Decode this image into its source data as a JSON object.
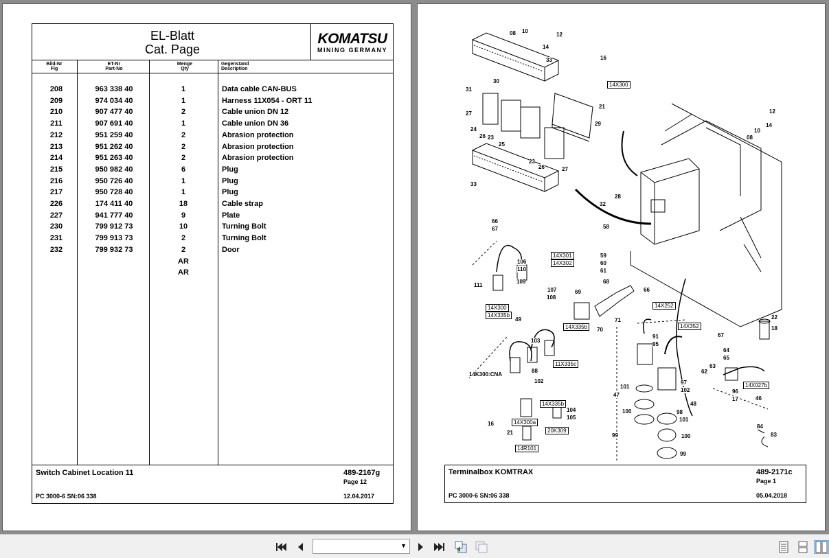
{
  "left_page": {
    "title_line1": "EL-Blatt",
    "title_line2": "Cat. Page",
    "logo_main": "KOMATSU",
    "logo_sub": "MINING GERMANY",
    "columns": [
      {
        "line1": "Bild-Nr",
        "line2": "Fig"
      },
      {
        "line1": "ET-Nr",
        "line2": "Part-No"
      },
      {
        "line1": "Menge",
        "line2": "Qty"
      },
      {
        "line1": "Gegenstand",
        "line2": "Description"
      }
    ],
    "rows": [
      {
        "fig": "208",
        "part": "963 338 40",
        "qty": "1",
        "desc": "Data cable CAN-BUS"
      },
      {
        "fig": "209",
        "part": "974 034 40",
        "qty": "1",
        "desc": "Harness 11X054 - ORT 11"
      },
      {
        "fig": "210",
        "part": "907 477 40",
        "qty": "2",
        "desc": "Cable union DN 12"
      },
      {
        "fig": "211",
        "part": "907 691 40",
        "qty": "1",
        "desc": "Cable union DN 36"
      },
      {
        "fig": "212",
        "part": "951 259 40",
        "qty": "2",
        "desc": "Abrasion protection"
      },
      {
        "fig": "213",
        "part": "951 262 40",
        "qty": "2",
        "desc": "Abrasion protection"
      },
      {
        "fig": "214",
        "part": "951 263 40",
        "qty": "2",
        "desc": "Abrasion protection"
      },
      {
        "fig": "215",
        "part": "950 982 40",
        "qty": "6",
        "desc": "Plug"
      },
      {
        "fig": "216",
        "part": "950 726 40",
        "qty": "1",
        "desc": "Plug"
      },
      {
        "fig": "217",
        "part": "950 728 40",
        "qty": "1",
        "desc": "Plug"
      },
      {
        "fig": "226",
        "part": "174 411 40",
        "qty": "18",
        "desc": "Cable strap"
      },
      {
        "fig": "227",
        "part": "941 777 40",
        "qty": "9",
        "desc": "Plate"
      },
      {
        "fig": "230",
        "part": "799 912 73",
        "qty": "10",
        "desc": "Turning Bolt"
      },
      {
        "fig": "231",
        "part": "799 913 73",
        "qty": "2",
        "desc": "Turning Bolt"
      },
      {
        "fig": "232",
        "part": "799 932 73",
        "qty": "2",
        "desc": "Door"
      },
      {
        "fig": "",
        "part": "",
        "qty": "AR",
        "desc": ""
      },
      {
        "fig": "",
        "part": "",
        "qty": "AR",
        "desc": ""
      }
    ],
    "footer": {
      "title": "Switch Cabinet Location 11",
      "doc_no": "489-2167g",
      "page": "Page 12",
      "model": "PC 3000-6 SN:06 338",
      "date": "12.04.2017"
    }
  },
  "right_page": {
    "callouts": [
      "08",
      "10",
      "14",
      "12",
      "33",
      "16",
      "14X300",
      "31",
      "30",
      "21",
      "27",
      "29",
      "24",
      "26",
      "23",
      "25",
      "23",
      "26",
      "27",
      "33",
      "32",
      "28",
      "12",
      "14",
      "10",
      "08",
      "66",
      "67",
      "58",
      "59",
      "60",
      "61",
      "106",
      "110",
      "109",
      "107",
      "108",
      "14X301",
      "14X302",
      "111",
      "14X300",
      "14X335b",
      "68",
      "69",
      "14X335b",
      "70",
      "71",
      "66",
      "14X252",
      "14X352",
      "22",
      "18",
      "67",
      "49",
      "103",
      "11X335c",
      "14K300:CNA",
      "88",
      "102",
      "14X335b",
      "104",
      "105",
      "16",
      "14X300a",
      "21",
      "20K309",
      "14R101",
      "91",
      "95",
      "101",
      "47",
      "97",
      "102",
      "48",
      "100",
      "98",
      "101",
      "99",
      "100",
      "99",
      "64",
      "65",
      "63",
      "62",
      "96",
      "17",
      "14X027b",
      "46",
      "84",
      "83"
    ],
    "footer": {
      "title": "Terminalbox KOMTRAX",
      "doc_no": "489-2171c",
      "page": "Page 1",
      "model": "PC 3000-6 SN:06 338",
      "date": "05.04.2018"
    }
  },
  "toolbar": {
    "page_select_value": ""
  }
}
